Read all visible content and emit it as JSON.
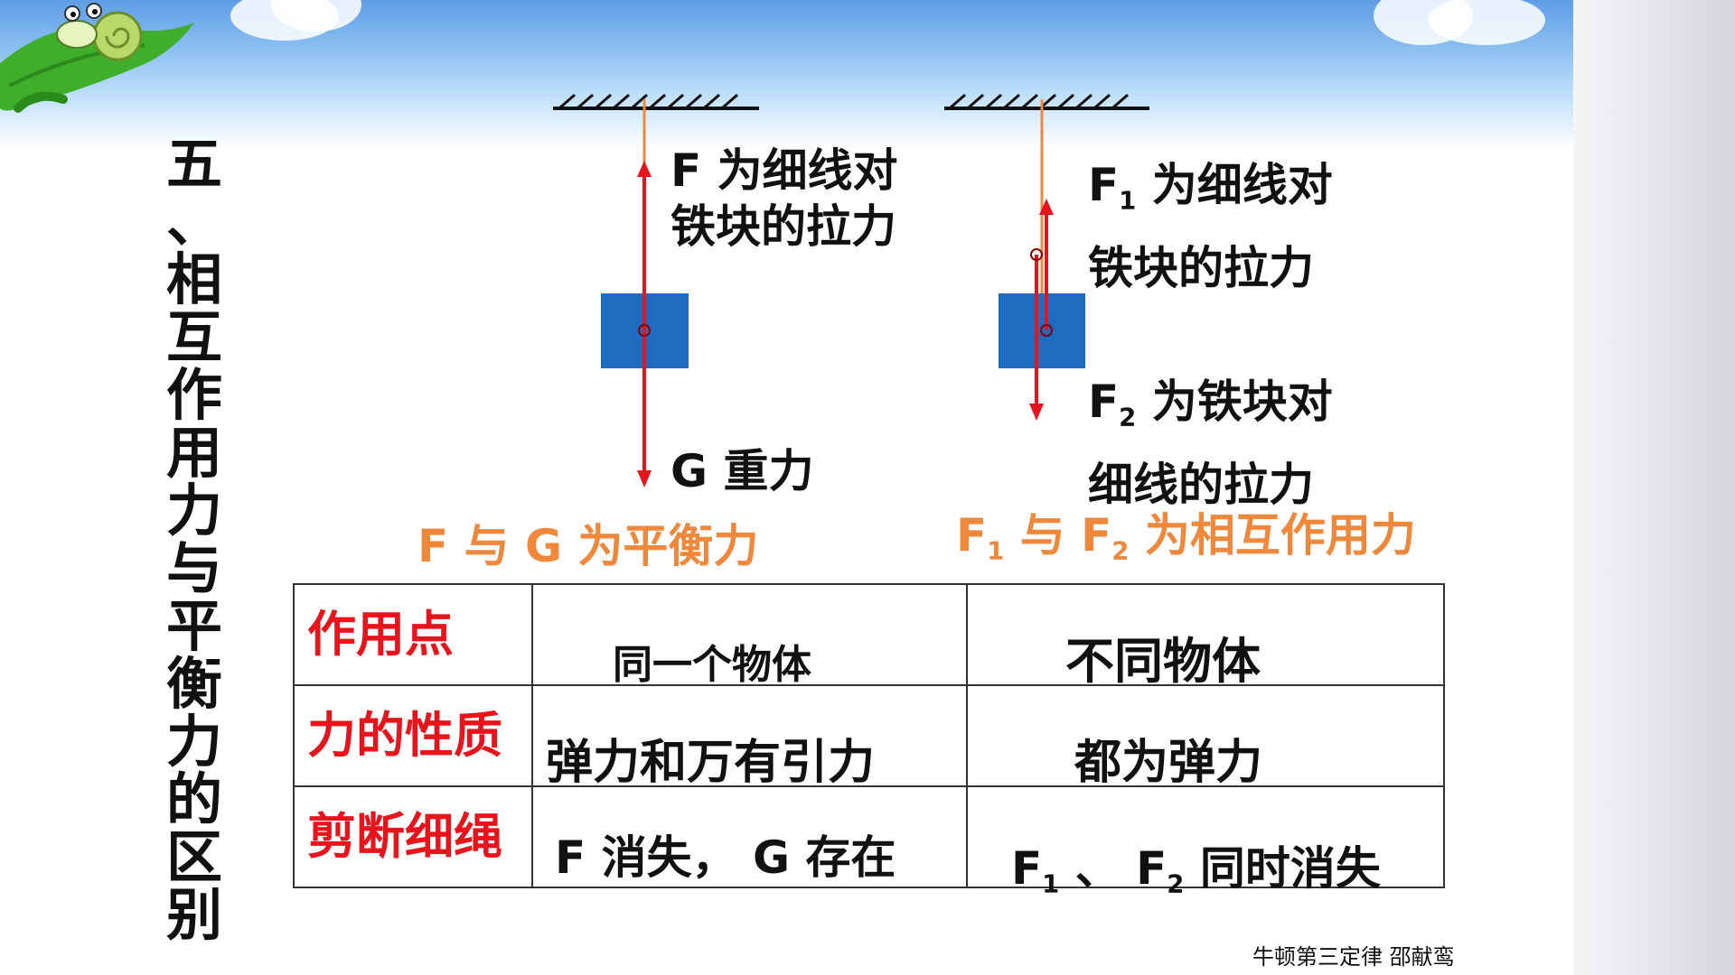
{
  "title": [
    "五",
    "、",
    "相",
    "互",
    "作",
    "用",
    "力",
    "与",
    "平",
    "衡",
    "力",
    "的",
    "区",
    "别"
  ],
  "diagram_left": {
    "f_label_line1": "F 为细线对",
    "f_label_line2": "铁块的拉力",
    "g_label": "G 重力",
    "conclusion": "F 与 G 为平衡力"
  },
  "diagram_right": {
    "f1_prefix": "F",
    "f1_sub": "1",
    "f1_line1_rest": " 为细线对",
    "f1_line2": "铁块的拉力",
    "f2_prefix": "F",
    "f2_sub": "2",
    "f2_line1_rest": " 为铁块对",
    "f2_line2": "细线的拉力",
    "conclusion_a": "F",
    "conclusion_a_sub": "1",
    "conclusion_mid": " 与 F",
    "conclusion_b_sub": "2",
    "conclusion_rest": " 为相互作用力"
  },
  "table": {
    "rows": [
      {
        "header": "作用点",
        "balance": "同一个物体",
        "interaction": "不同物体"
      },
      {
        "header": "力的性质",
        "balance": "弹力和万有引力",
        "interaction": "都为弹力"
      },
      {
        "header": "剪断细绳",
        "balance": "F 消失， G 存在",
        "interaction_a": "F",
        "interaction_a_sub": "1",
        "interaction_mid": " 、 F",
        "interaction_b_sub": "2",
        "interaction_rest": " 同时消失"
      }
    ]
  },
  "footer": "牛顿第三定律  邵献鸾",
  "colors": {
    "force_arrow": "#e8141c",
    "string": "#f0883c",
    "block": "#1e6bc2",
    "conclusion": "#f0883c",
    "row_header": "#e8141c"
  },
  "icons": [
    "cartoon-snail-icon",
    "cloud-icon"
  ]
}
